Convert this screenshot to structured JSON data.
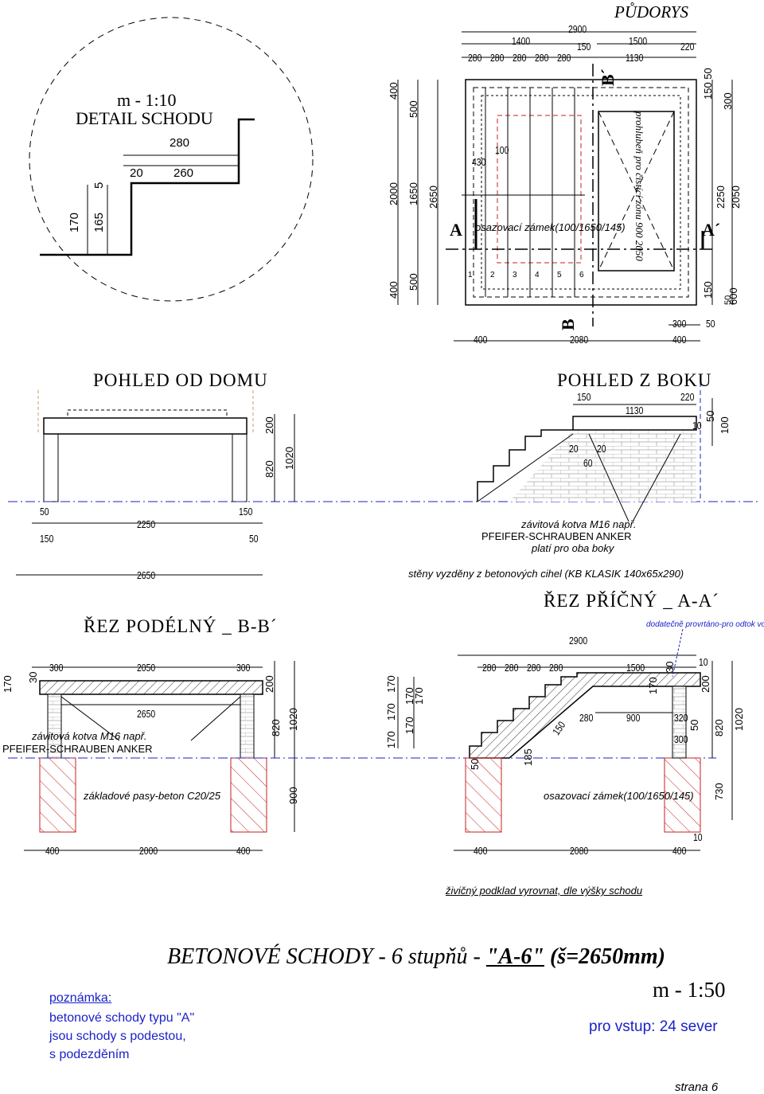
{
  "detail": {
    "scale": "m - 1:10",
    "title": "DETAIL SCHODU",
    "dims": {
      "d280": "280",
      "d20": "20",
      "d260": "260",
      "d170": "170",
      "d165": "165",
      "d5": "5"
    }
  },
  "plan": {
    "title": "PŮDORYS",
    "top_dims": {
      "d2900": "2900",
      "d1400": "1400",
      "d150": "150",
      "d1500": "1500",
      "d220": "220",
      "d1130": "1130",
      "d280": "280"
    },
    "left_dims": {
      "d400": "400",
      "d500": "500",
      "d2000": "2000",
      "d1650": "1650",
      "d2650": "2650"
    },
    "right_dims": {
      "d150_50": "150 50",
      "d300": "300",
      "d2250": "2250",
      "d2050": "2050",
      "d600": "600",
      "d50": "50"
    },
    "inner": {
      "d430": "430",
      "d100": "100"
    },
    "rotated_note": "prohlubeň pro čistící zónu 900 2050",
    "lock_note": "osazovací zámek(100/1650/145)",
    "step_numbers": [
      "1",
      "2",
      "3",
      "4",
      "5",
      "6"
    ],
    "section_a": "A",
    "section_a2": "A´",
    "section_b": "B",
    "section_b2": "B´",
    "bottom_dims": {
      "d400a": "400",
      "d2080": "2080",
      "d400b": "400",
      "d300": "300",
      "d50": "50"
    }
  },
  "front": {
    "title": "POHLED OD DOMU",
    "dims": {
      "d200": "200",
      "d820": "820",
      "d1020": "1020",
      "d50": "50",
      "d150": "150",
      "d2250": "2250",
      "d2650": "2650"
    }
  },
  "side": {
    "title": "POHLED Z BOKU",
    "dims": {
      "d150": "150",
      "d220": "220",
      "d1130": "1130",
      "d10": "10",
      "d50": "50",
      "d100": "100",
      "d20a": "20",
      "d20b": "20",
      "d60": "60"
    },
    "anchor_note1": "závitová kotva M16 např.",
    "anchor_note2": "PFEIFER-SCHRAUBEN ANKER",
    "anchor_note3": "platí pro oba boky",
    "wall_note": "stěny vyzděny z betonových cihel (KB KLASIK 140x65x290)"
  },
  "long_section": {
    "title": "ŘEZ PODÉLNÝ _ B-B´",
    "dims": {
      "d300a": "300",
      "d2050": "2050",
      "d300b": "300",
      "d200": "200",
      "d170": "170",
      "d30": "30",
      "d2650": "2650",
      "d820": "820",
      "d1020": "1020",
      "d900": "900",
      "d400a": "400",
      "d2000": "2000",
      "d400b": "400"
    },
    "anchor_note1": "závitová kotva M16 např.",
    "anchor_note2": "PFEIFER-SCHRAUBEN ANKER",
    "base_note": "základové pasy-beton C20/25"
  },
  "cross_section": {
    "title": "ŘEZ PŘÍČNÝ _ A-A´",
    "drill_note": "dodatečně provrtáno-pro odtok vody",
    "dims": {
      "d2900": "2900",
      "d280": "280",
      "d1500": "1500",
      "d30": "30",
      "d10": "10",
      "d200": "200",
      "d170": "170",
      "d900": "900",
      "d320": "320",
      "d300": "300",
      "d50": "50",
      "d150": "150",
      "d185": "185",
      "d820": "820",
      "d1020": "1020",
      "d730": "730",
      "d400a": "400",
      "d2080": "2080",
      "d400b": "400"
    },
    "lock_note": "osazovací zámek(100/1650/145)",
    "asphalt_note": "živičný podklad vyrovnat, dle výšky schodu"
  },
  "footer": {
    "main_title": "BETONOVÉ SCHODY - 6 stupňů - ",
    "model": "\"A-6\"",
    "width": " (š=2650mm)",
    "scale": "m - 1:50",
    "entry": "pro vstup: 24 sever",
    "note_head": "poznámka:",
    "note_l1": "betonové schody typu \"A\"",
    "note_l2": "jsou schody s podestou,",
    "note_l3": "s podezděním",
    "page": "strana 6"
  },
  "colors": {
    "line": "#000000",
    "blue": "#1a22c8",
    "hatch": "#c42020",
    "pavers": "#c8c8c8"
  }
}
